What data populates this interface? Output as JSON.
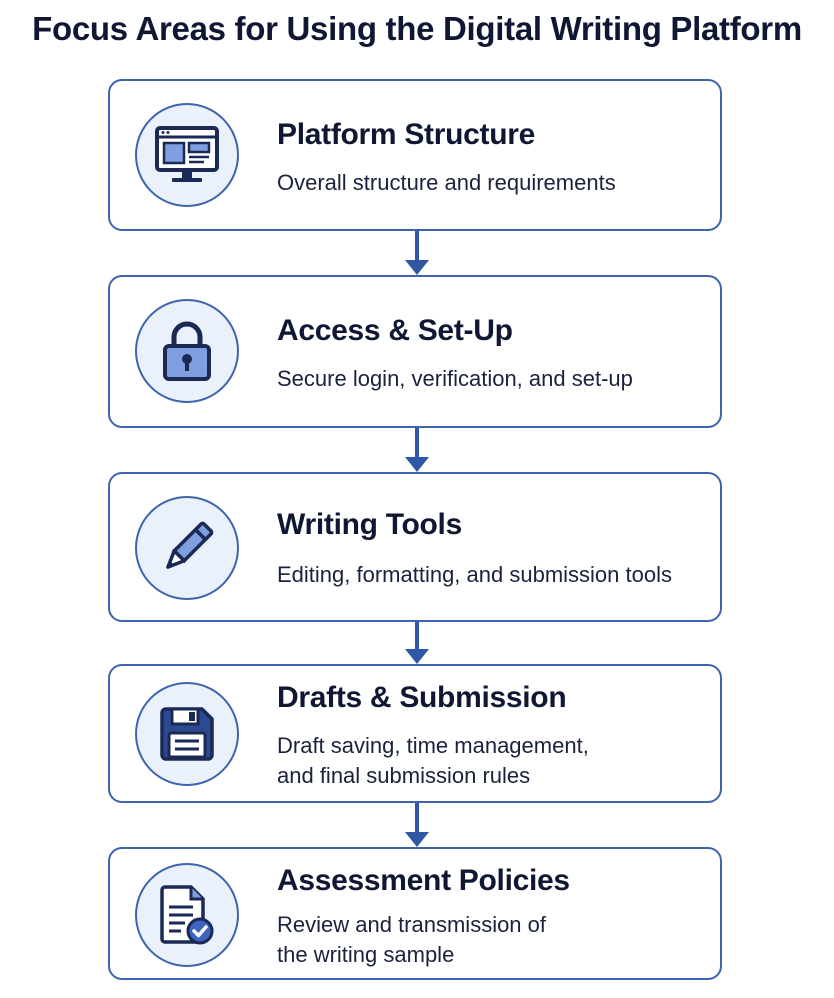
{
  "title": "Focus Areas for Using the Digital Writing Platform",
  "steps": [
    {
      "title": "Platform Structure",
      "desc_lines": [
        "Overall structure and requirements"
      ],
      "icon": "monitor-icon"
    },
    {
      "title": "Access & Set-Up",
      "desc_lines": [
        "Secure login, verification, and set-up"
      ],
      "icon": "padlock-icon"
    },
    {
      "title": "Writing Tools",
      "desc_lines": [
        "Editing, formatting, and submission tools"
      ],
      "icon": "pencil-icon"
    },
    {
      "title": "Drafts & Submission",
      "desc_lines": [
        "Draft saving, time management,",
        "and final submission rules"
      ],
      "icon": "floppy-disk-icon"
    },
    {
      "title": "Assessment Policies",
      "desc_lines": [
        "Review and transmission of",
        "the writing sample"
      ],
      "icon": "document-check-icon"
    }
  ],
  "colors": {
    "border": "#3e64ad",
    "arrow": "#2f57a3",
    "icon_fill": "#7f9fe0",
    "icon_stroke": "#1b2a55",
    "circle_bg": "#eaf1fb",
    "text": "#0f1733"
  }
}
